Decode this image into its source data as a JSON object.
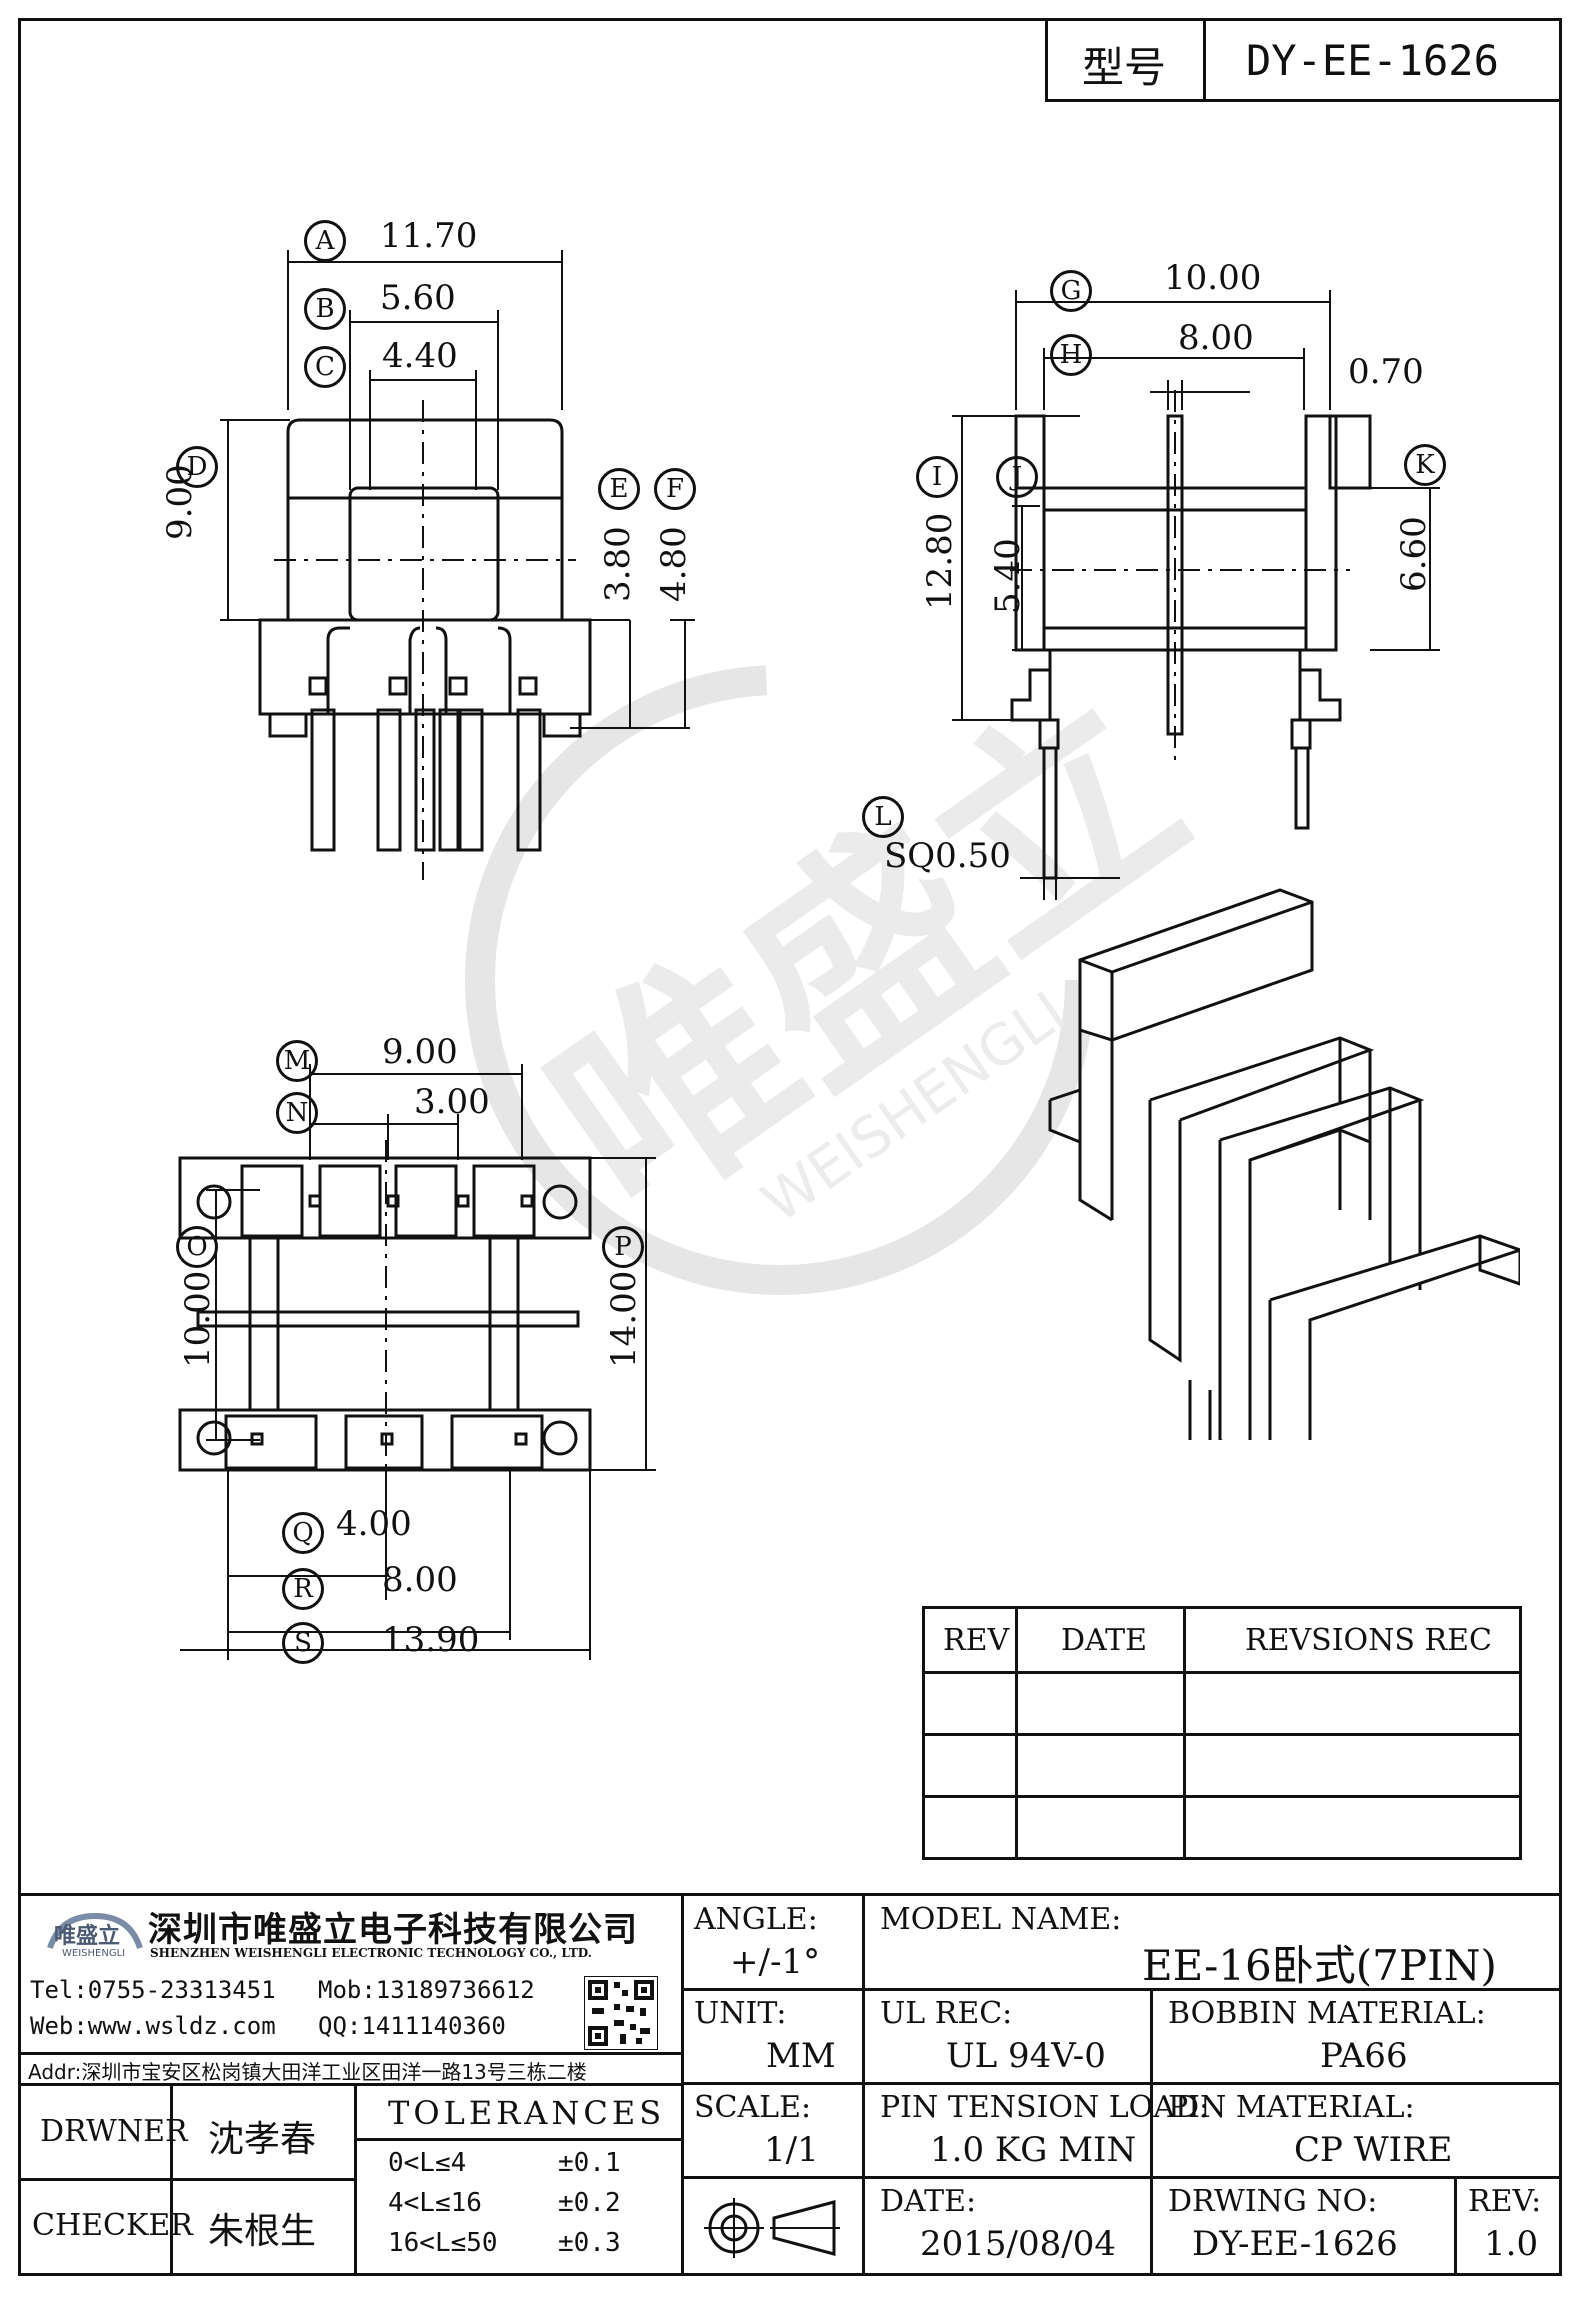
{
  "header": {
    "type_label": "型号",
    "type_value": "DY-EE-1626"
  },
  "front_view": {
    "dims": [
      {
        "tag": "A",
        "value": "11.70"
      },
      {
        "tag": "B",
        "value": "5.60"
      },
      {
        "tag": "C",
        "value": "4.40"
      },
      {
        "tag": "D",
        "value": "9.00"
      },
      {
        "tag": "E",
        "value": "3.80"
      },
      {
        "tag": "F",
        "value": "4.80"
      }
    ]
  },
  "side_view": {
    "dims": [
      {
        "tag": "G",
        "value": "10.00"
      },
      {
        "tag": "H",
        "value": "8.00"
      },
      {
        "tag": "",
        "value": "0.70"
      },
      {
        "tag": "I",
        "value": "12.80"
      },
      {
        "tag": "J",
        "value": "5.40"
      },
      {
        "tag": "K",
        "value": "6.60"
      },
      {
        "tag": "L",
        "value": "SQ0.50"
      }
    ]
  },
  "bottom_view": {
    "dims": [
      {
        "tag": "M",
        "value": "9.00"
      },
      {
        "tag": "N",
        "value": "3.00"
      },
      {
        "tag": "O",
        "value": "10.00"
      },
      {
        "tag": "P",
        "value": "14.00"
      },
      {
        "tag": "Q",
        "value": "4.00"
      },
      {
        "tag": "R",
        "value": "8.00"
      },
      {
        "tag": "S",
        "value": "13.90"
      }
    ]
  },
  "watermark": {
    "cn": "唯盛立",
    "en": "WEISHENGLI"
  },
  "revision_table": {
    "headers": [
      "REV",
      "DATE",
      "REVSIONS REC"
    ],
    "rows": [
      [
        "",
        "",
        ""
      ],
      [
        "",
        "",
        ""
      ],
      [
        "",
        "",
        ""
      ]
    ]
  },
  "title_block": {
    "company_cn": "深圳市唯盛立电子科技有限公司",
    "company_en": "SHENZHEN WEISHENGLI ELECTRONIC TECHNOLOGY CO., LTD.",
    "logo_cn": "唯盛立",
    "logo_en": "WEISHENGLI",
    "tel": "Tel:0755-23313451",
    "mob": "Mob:13189736612",
    "web": "Web:www.wsldz.com",
    "qq": "QQ:1411140360",
    "addr": "Addr:深圳市宝安区松岗镇大田洋工业区田洋一路13号三栋二楼",
    "angle_label": "ANGLE:",
    "angle_value": "+/-1°",
    "model_label": "MODEL NAME:",
    "model_value": "EE-16卧式(7PIN)",
    "unit_label": "UNIT:",
    "unit_value": "MM",
    "ul_label": "UL REC:",
    "ul_value": "UL 94V-0",
    "bobbin_label": "BOBBIN MATERIAL:",
    "bobbin_value": "PA66",
    "scale_label": "SCALE:",
    "scale_value": "1/1",
    "pin_tension_label": "PIN TENSION LOAD:",
    "pin_tension_value": "1.0 KG MIN",
    "pin_material_label": "PIN MATERIAL:",
    "pin_material_value": "CP WIRE",
    "date_label": "DATE:",
    "date_value": "2015/08/04",
    "drwing_no_label": "DRWING NO:",
    "drwing_no_value": "DY-EE-1626",
    "rev_label": "REV:",
    "rev_value": "1.0",
    "drawer_label": "DRWNER",
    "drawer_name": "沈孝春",
    "checker_label": "CHECKER",
    "checker_name": "朱根生",
    "tolerances_title": "TOLERANCES",
    "tolerances": [
      {
        "range": "0<L≤4",
        "tol": "±0.1"
      },
      {
        "range": "4<L≤16",
        "tol": "±0.2"
      },
      {
        "range": "16<L≤50",
        "tol": "±0.3"
      }
    ]
  }
}
